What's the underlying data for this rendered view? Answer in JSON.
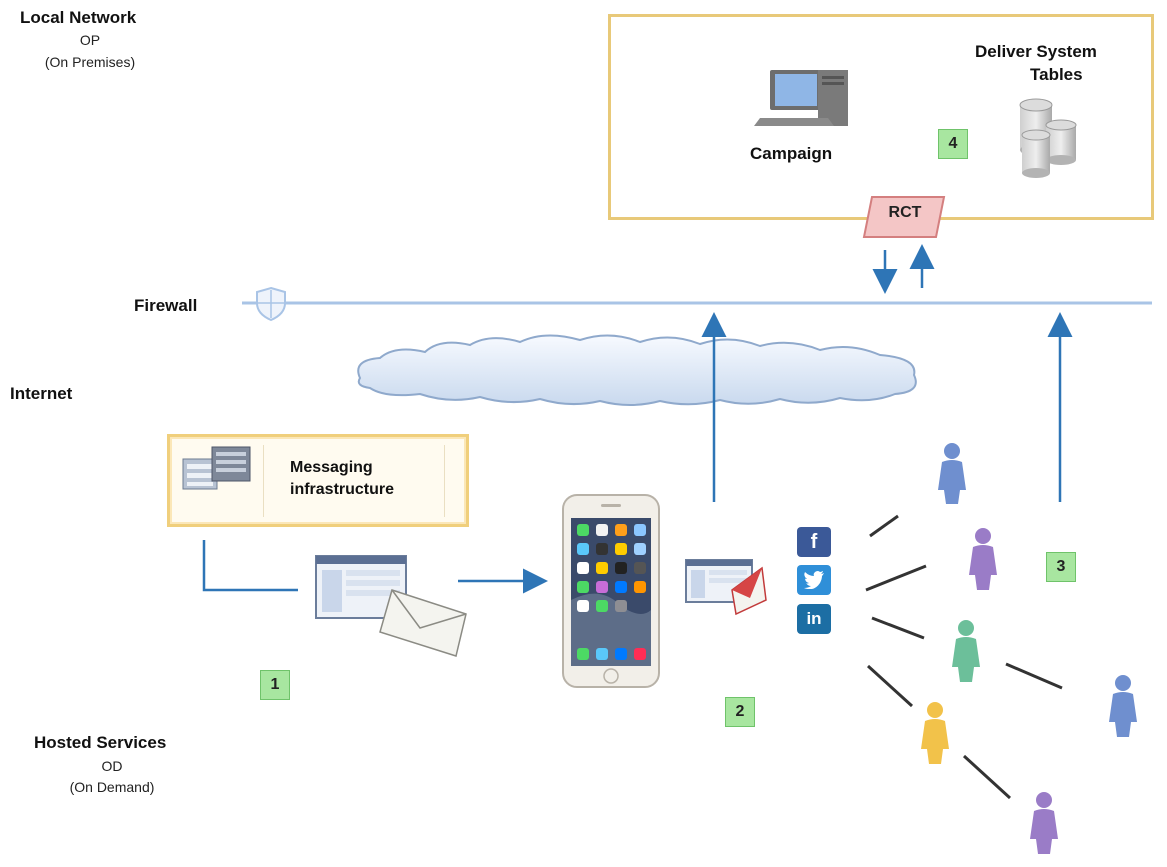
{
  "zones": {
    "local": {
      "title": "Local Network",
      "code": "OP",
      "desc": "(On Premises)"
    },
    "firewall": {
      "title": "Firewall"
    },
    "internet": {
      "title": "Internet"
    },
    "hosted": {
      "title": "Hosted Services",
      "code": "OD",
      "desc": "(On Demand)"
    }
  },
  "nodes": {
    "campaign": "Campaign",
    "deliver_tables": [
      "Deliver System",
      "Tables"
    ],
    "rct": "RCT",
    "messaging": [
      "Messaging",
      "infrastructure"
    ]
  },
  "steps": [
    "1",
    "2",
    "3",
    "4"
  ],
  "social": {
    "facebook": "f",
    "linkedin": "in"
  },
  "colors": {
    "op_border": "#e8c979",
    "msg_border": "#f0cf7c",
    "arrow": "#2e75b6",
    "firewall_line": "#a9c4e6",
    "badge": "#a8e6a0",
    "rct_fill": "#f4c6c6",
    "person_blue": "#6f8fcf",
    "person_purple": "#9a7cc7",
    "person_green": "#6cbf9a",
    "person_orange": "#f2c24a"
  }
}
